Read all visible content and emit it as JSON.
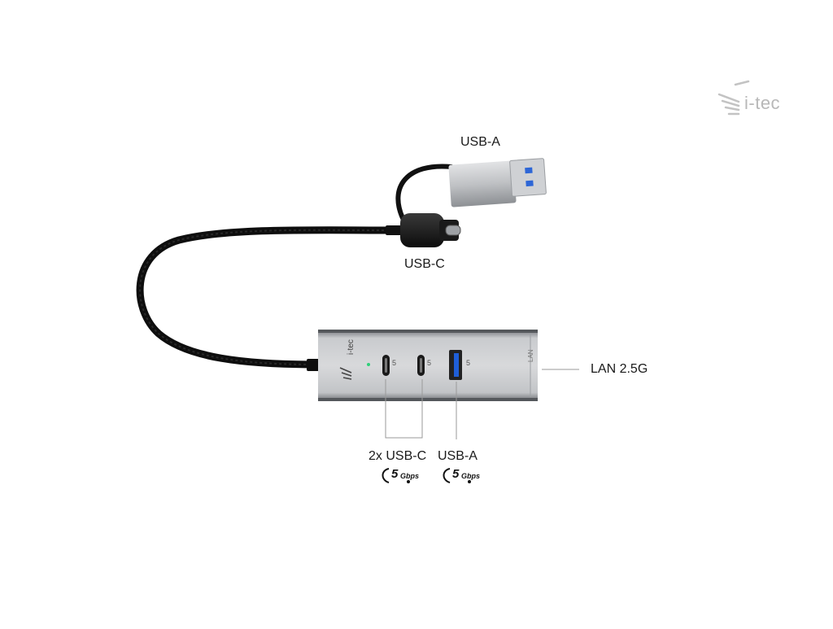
{
  "brand": {
    "name": "i-tec",
    "color": "#b8b8b8"
  },
  "labels": {
    "usb_a_top": "USB-A",
    "usb_c_top": "USB-C",
    "lan_port": "LAN 2.5G",
    "usb_c_ports": "2x USB-C",
    "usb_a_port": "USB-A"
  },
  "hub": {
    "logo_text": "i-tec",
    "lan_text": "LAN",
    "port_speed_text": "5",
    "body_color": "#b9bcbf",
    "usb_a_tongue_color": "#1f5fd8"
  },
  "badges": [
    {
      "value": "5",
      "unit": "Gbps"
    },
    {
      "value": "5",
      "unit": "Gbps"
    }
  ]
}
